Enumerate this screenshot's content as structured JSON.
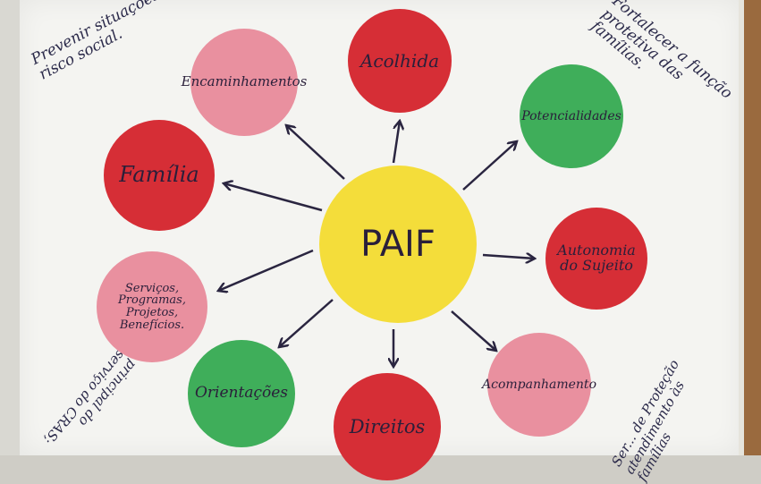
{
  "poster": {
    "center": "PAIF",
    "circles": [
      {
        "label": "Encaminhamentos",
        "color": "#e9909f"
      },
      {
        "label": "Acolhida",
        "color": "#d62e36"
      },
      {
        "label": "Potencialidades",
        "color": "#3fae5a"
      },
      {
        "label": "Família",
        "color": "#d62e36"
      },
      {
        "label": "Autonomia do Sujeito",
        "color": "#d62e36"
      },
      {
        "label": "Serviços, Programas, Projetos, Benefícios.",
        "color": "#e9909f"
      },
      {
        "label": "Orientações",
        "color": "#3fae5a"
      },
      {
        "label": "Direitos",
        "color": "#d62e36"
      },
      {
        "label": "Acompanhamento",
        "color": "#e9909f"
      }
    ],
    "notes": {
      "top_left": "Prevenir situações de risco social.",
      "top_right": "Fortalecer a função protetiva das famílias.",
      "bottom_left": "principal do serviço do CRAS;",
      "bottom_right": "Ser... de Proteção atendimento às famílias"
    }
  }
}
